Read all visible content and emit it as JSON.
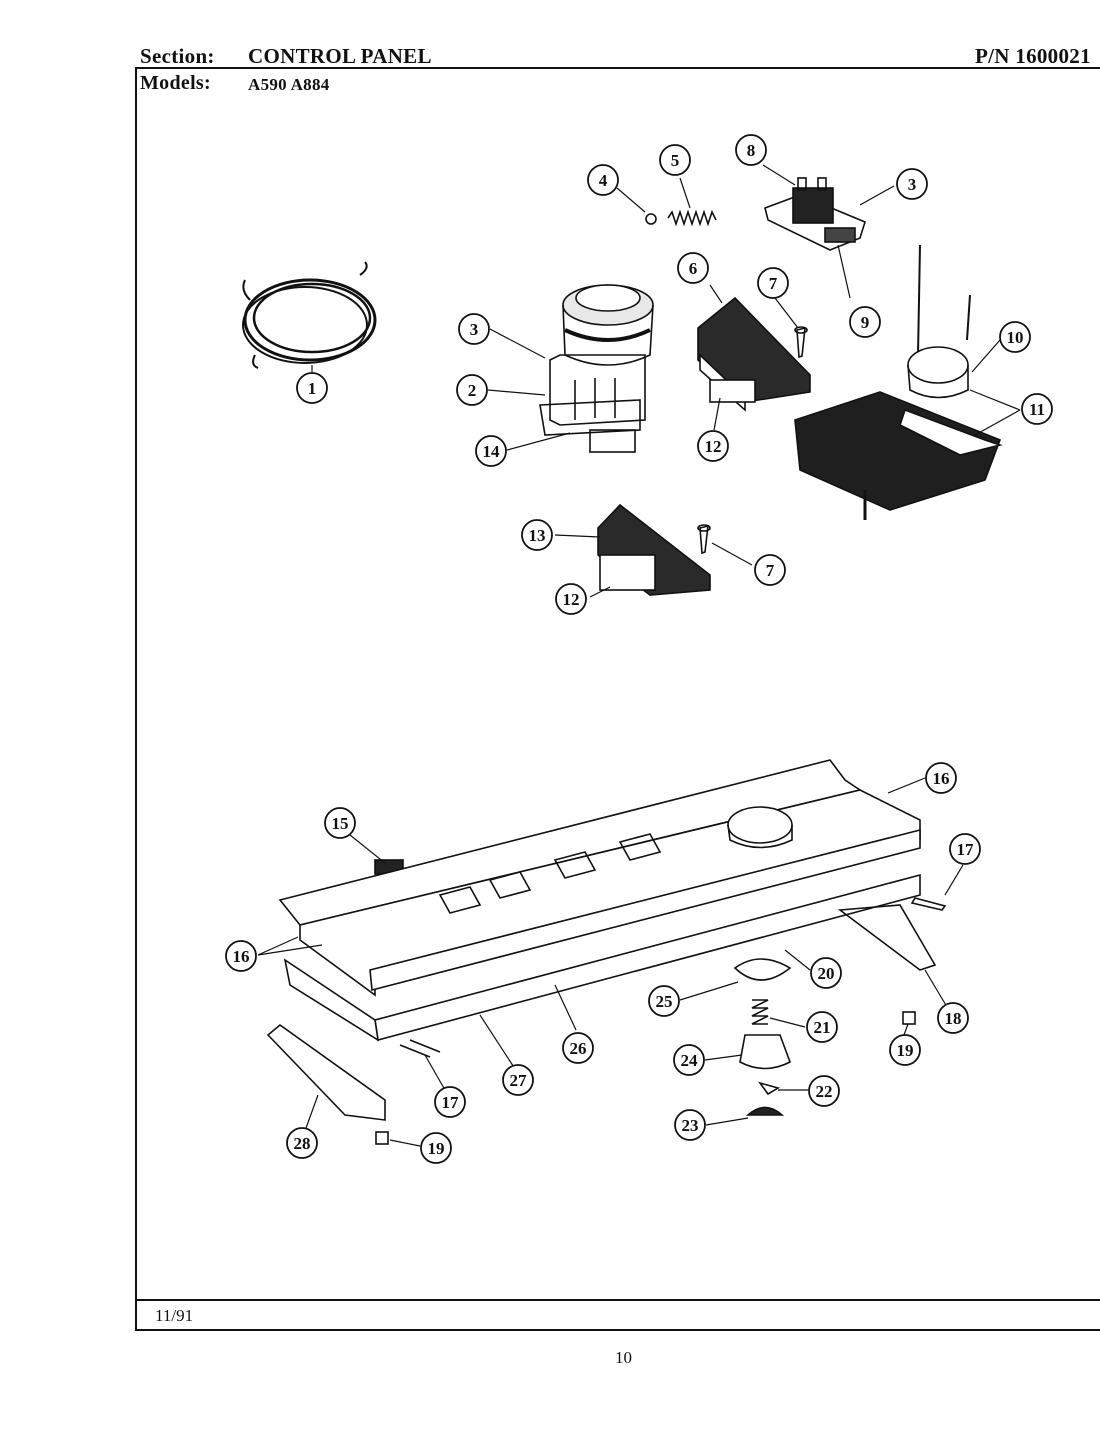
{
  "header": {
    "section_label": "Section:",
    "section_value": "CONTROL PANEL",
    "part_number": "P/N 1600021",
    "models_label": "Models:",
    "models_value": "A590  A884"
  },
  "footer": {
    "date": "11/91",
    "page_number": "10"
  },
  "callouts": [
    "1",
    "2",
    "3",
    "3",
    "4",
    "5",
    "6",
    "7",
    "7",
    "8",
    "9",
    "10",
    "11",
    "12",
    "12",
    "13",
    "14",
    "15",
    "16",
    "16",
    "17",
    "17",
    "18",
    "19",
    "19",
    "20",
    "21",
    "22",
    "23",
    "24",
    "25",
    "26",
    "27",
    "28"
  ]
}
